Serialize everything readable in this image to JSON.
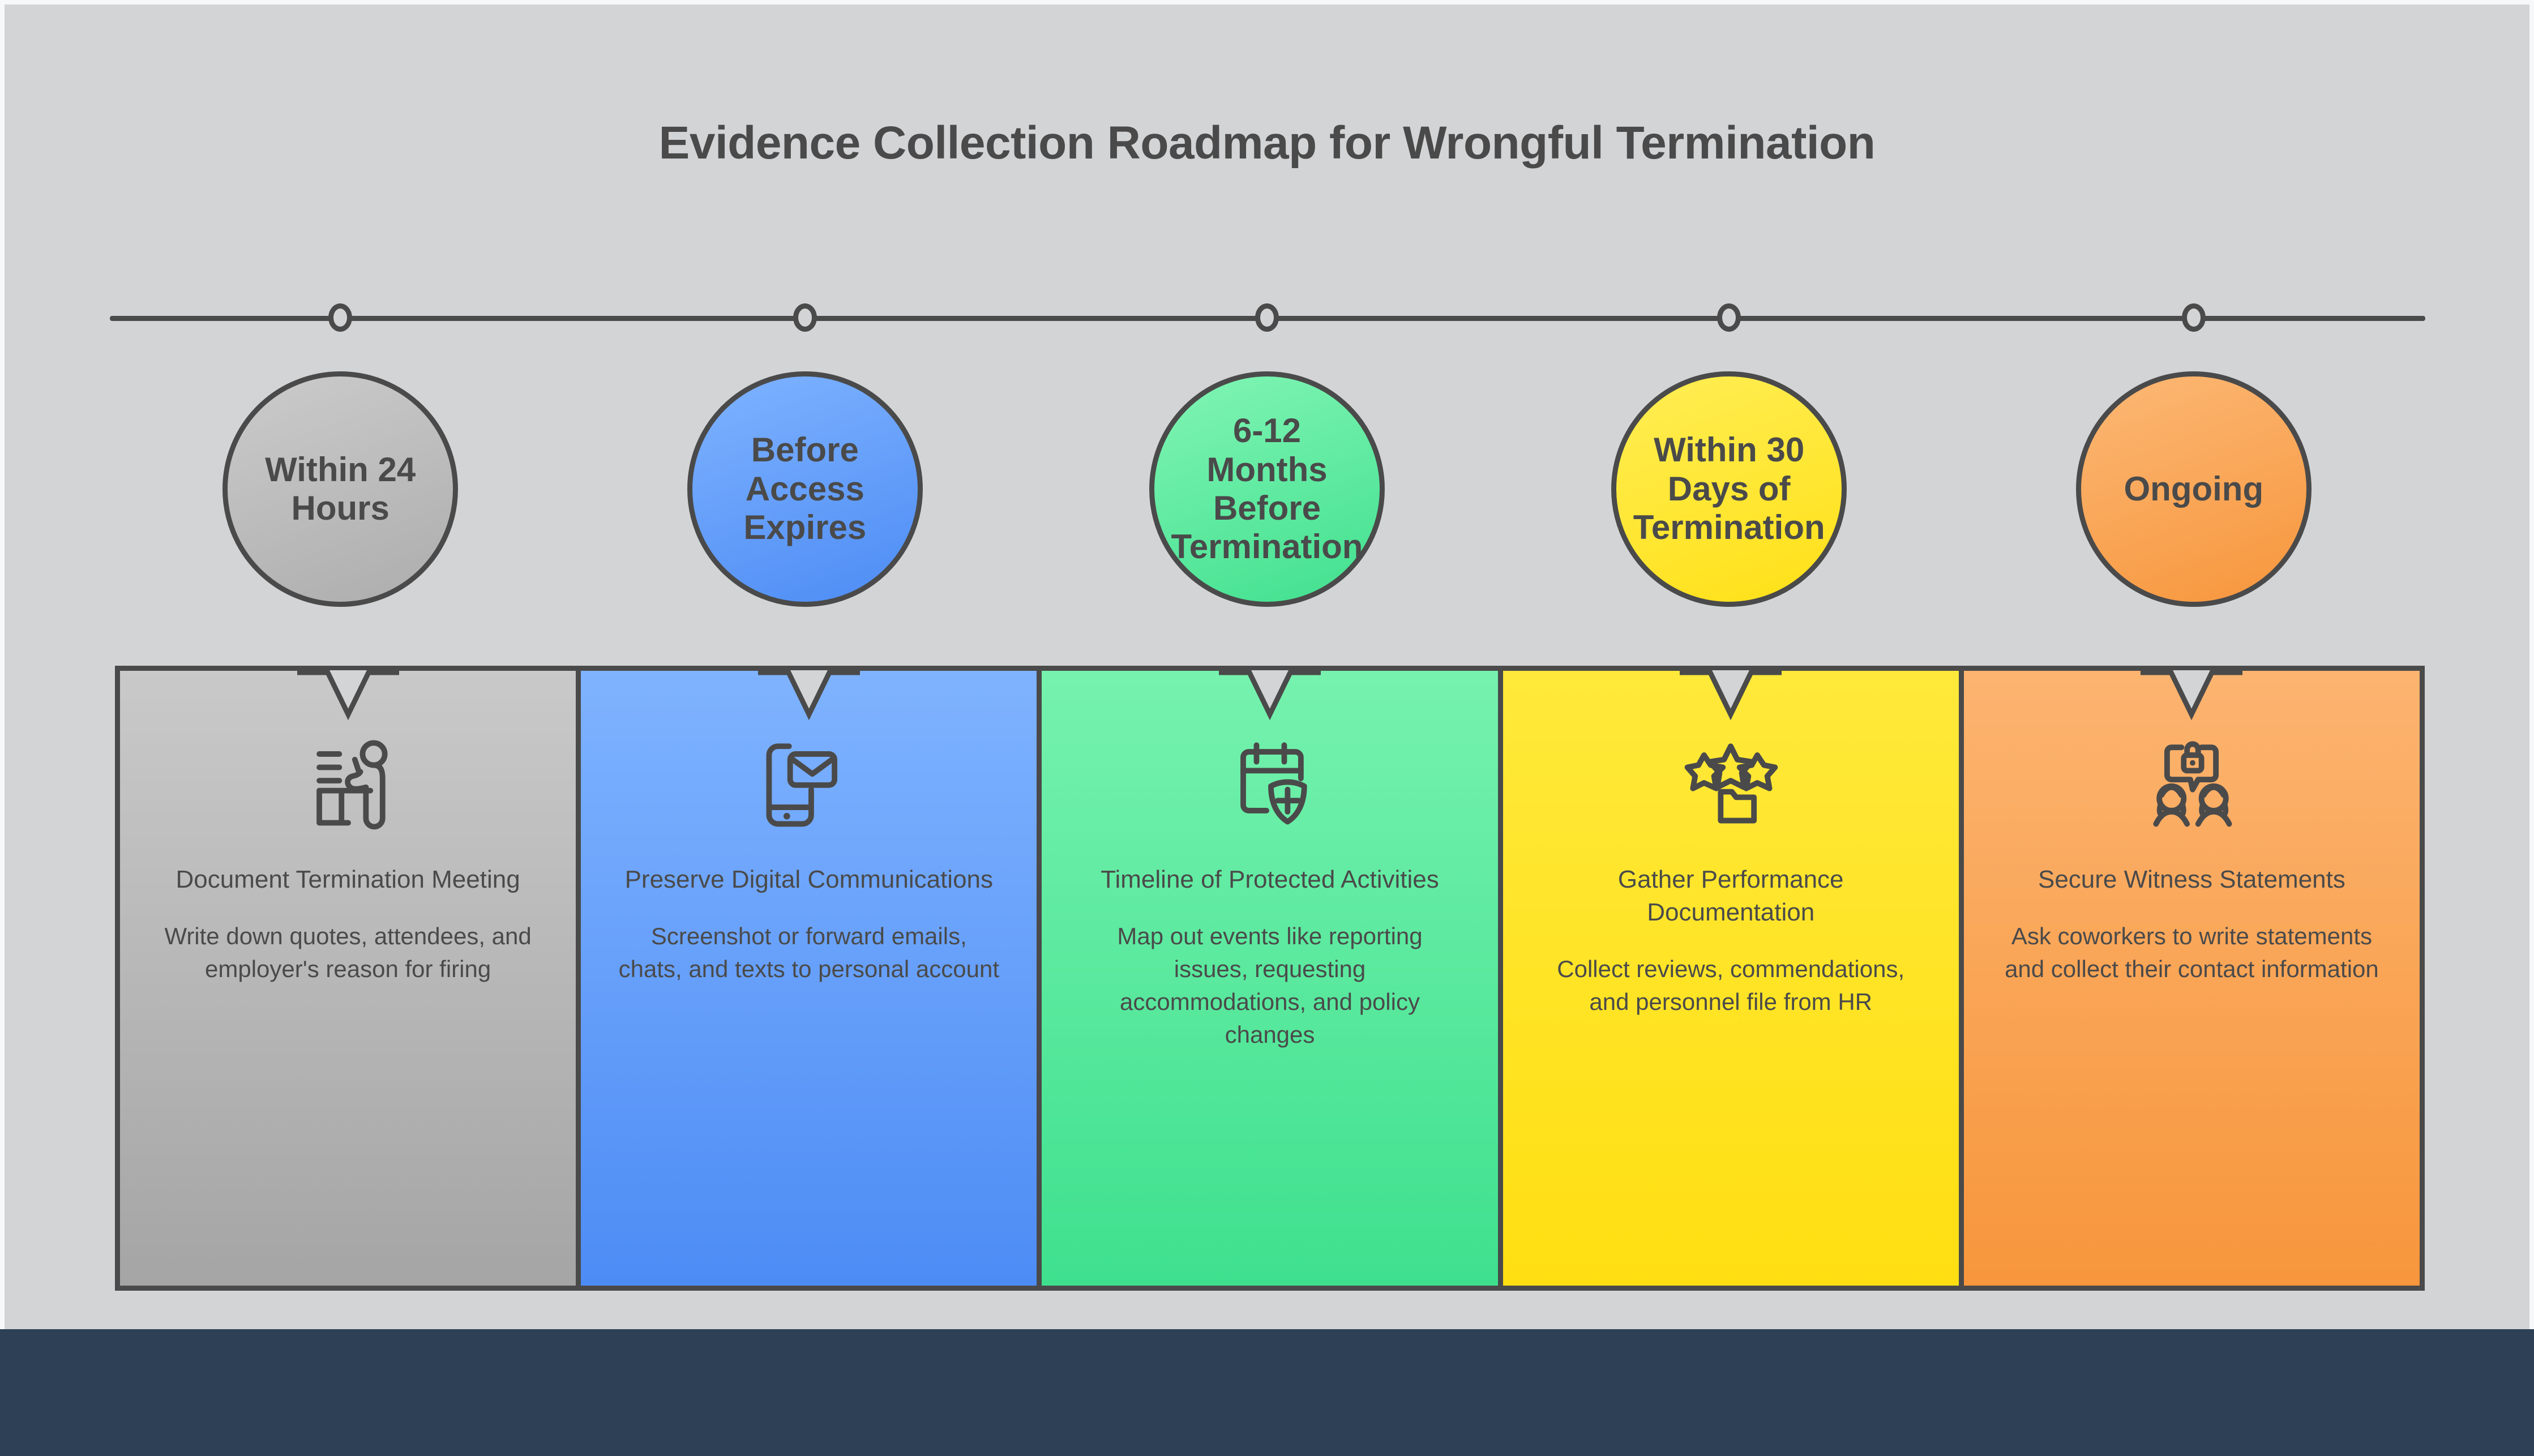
{
  "title": "Evidence Collection Roadmap for Wrongful Termination",
  "theme": {
    "page_background": "#f7f8f9",
    "canvas_background": "#d3d4d6",
    "footer_background": "#2e4055",
    "stroke": "#4a4a4a",
    "text": "#4a4a4a"
  },
  "timeline": {
    "marker_count": 5,
    "marker_positions_pct": [
      13.3,
      31.7,
      50.0,
      68.3,
      86.7
    ]
  },
  "steps": [
    {
      "id": "step-1",
      "timing": "Within 24\nHours",
      "title": "Document Termination Meeting",
      "description": "Write down quotes, attendees, and employer's reason for firing",
      "icon": "person-at-desk-writing-icon",
      "color_top": "#c9c9c9",
      "color_bottom": "#a5a5a5",
      "circle_top": "#cbcbcb",
      "circle_bottom": "#adadad"
    },
    {
      "id": "step-2",
      "timing": "Before\nAccess\nExpires",
      "title": "Preserve Digital Communications",
      "description": "Screenshot or forward emails, chats, and texts to personal account",
      "icon": "phone-envelope-icon",
      "color_top": "#7fb3ff",
      "color_bottom": "#4d8cf5",
      "circle_top": "#7fb3ff",
      "circle_bottom": "#4d8cf5"
    },
    {
      "id": "step-3",
      "timing": "6-12\nMonths\nBefore\nTermination",
      "title": "Timeline of Protected Activities",
      "description": "Map out events like reporting issues, requesting accommodations, and policy changes",
      "icon": "calendar-shield-icon",
      "color_top": "#76f2ae",
      "color_bottom": "#3ee08e",
      "circle_top": "#81f5b4",
      "circle_bottom": "#41e08f"
    },
    {
      "id": "step-4",
      "timing": "Within 30\nDays of\nTermination",
      "title": "Gather Performance Documentation",
      "description": "Collect reviews, commendations, and personnel file from HR",
      "icon": "stars-folder-icon",
      "color_top": "#ffe93a",
      "color_bottom": "#ffdf12",
      "circle_top": "#ffee55",
      "circle_bottom": "#ffe016"
    },
    {
      "id": "step-5",
      "timing": "Ongoing",
      "title": "Secure Witness Statements",
      "description": "Ask coworkers to write statements and collect their contact information",
      "icon": "two-people-lock-speech-icon",
      "color_top": "#fcb470",
      "color_bottom": "#f7963c",
      "circle_top": "#fcb875",
      "circle_bottom": "#f7963c"
    }
  ]
}
